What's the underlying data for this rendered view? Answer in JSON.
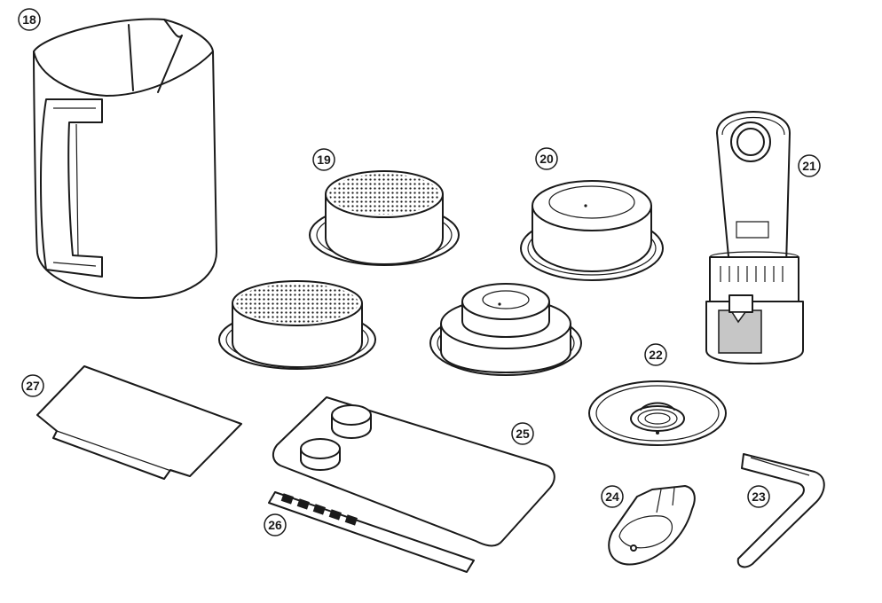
{
  "diagram": {
    "callouts": [
      {
        "id": "18",
        "label": "18"
      },
      {
        "id": "19",
        "label": "19"
      },
      {
        "id": "20",
        "label": "20"
      },
      {
        "id": "21",
        "label": "21"
      },
      {
        "id": "22",
        "label": "22"
      },
      {
        "id": "23",
        "label": "23"
      },
      {
        "id": "24",
        "label": "24"
      },
      {
        "id": "25",
        "label": "25"
      },
      {
        "id": "26",
        "label": "26"
      },
      {
        "id": "27",
        "label": "27"
      }
    ]
  }
}
